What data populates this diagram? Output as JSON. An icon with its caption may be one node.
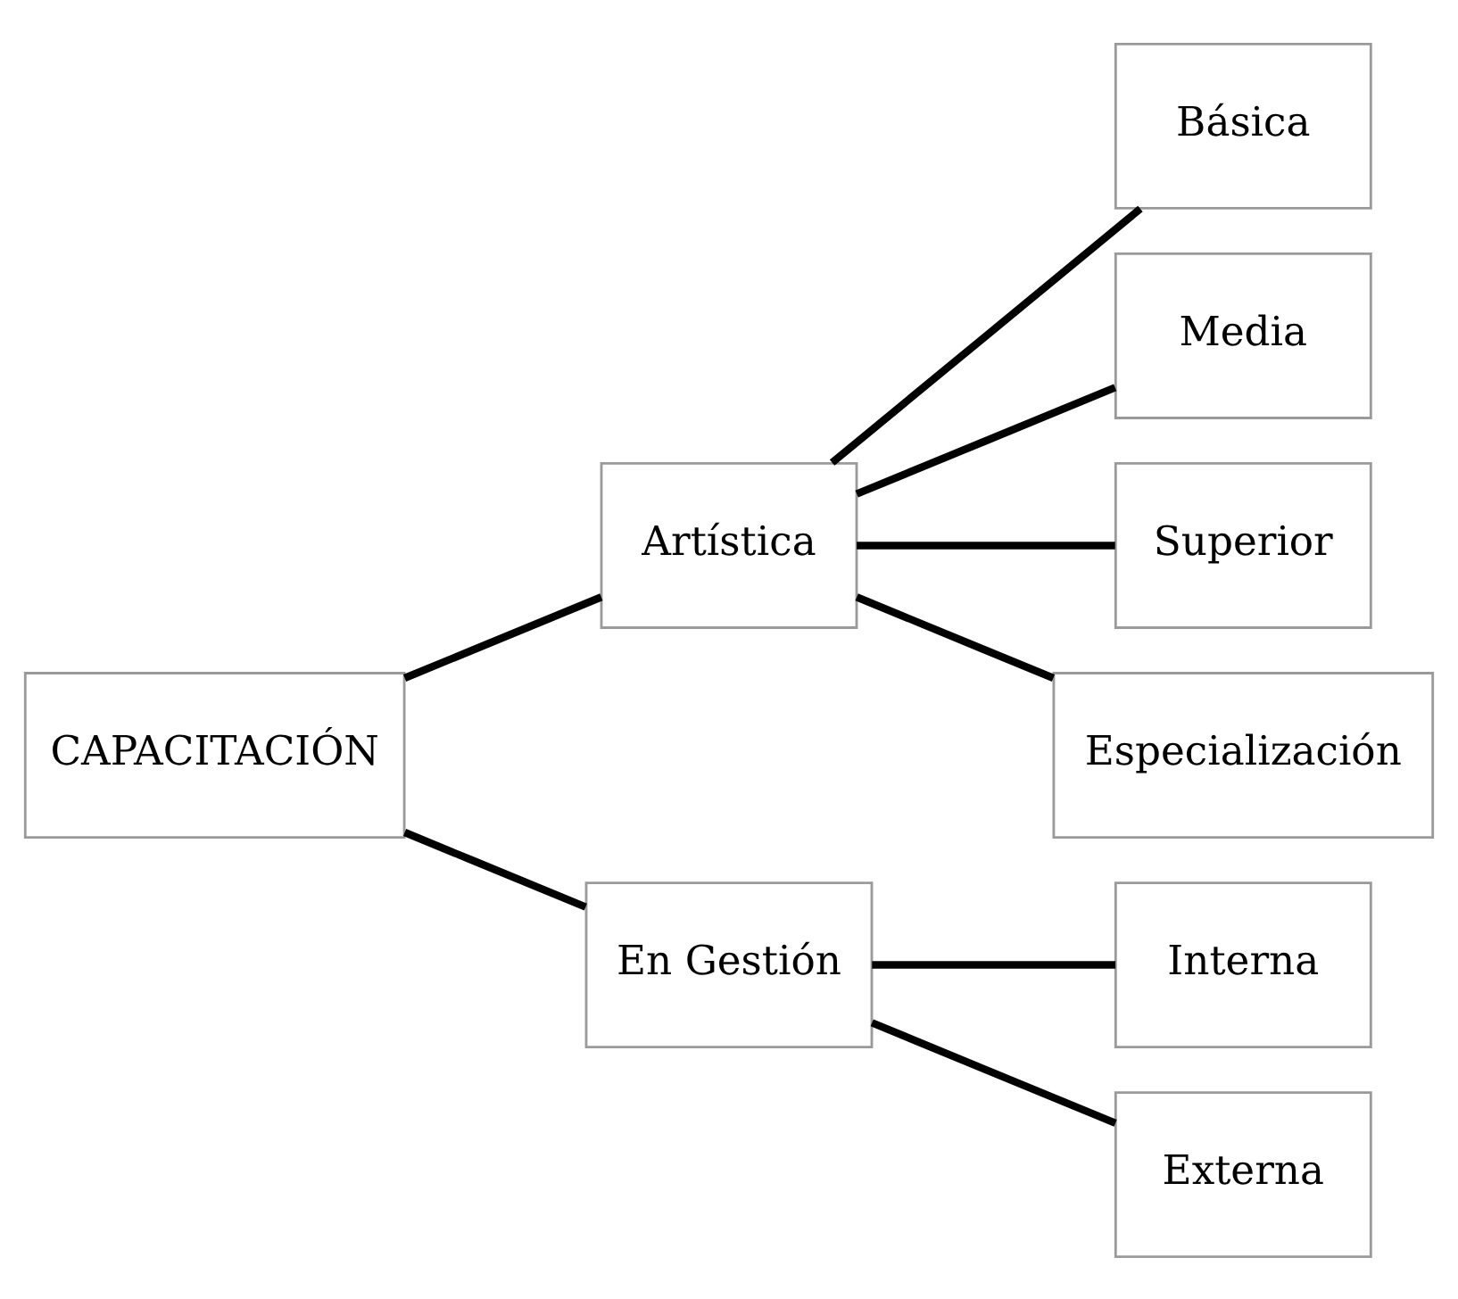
{
  "diagram": {
    "nodes": [
      {
        "text": [
          "CAPACITACIÓN"
        ]
      },
      {
        "text": [
          "Artística"
        ]
      },
      {
        "text": [
          "Básica"
        ]
      },
      {
        "text": [
          "Media"
        ]
      },
      {
        "text": [
          "Superior"
        ]
      },
      {
        "text": [
          "Especialización"
        ]
      },
      {
        "text": [
          "En Gestión"
        ]
      },
      {
        "text": [
          "Interna"
        ]
      },
      {
        "text": [
          "Externa"
        ]
      }
    ],
    "edges": [
      {
        "from": 0,
        "to": 1,
        "arrow": "none"
      },
      {
        "from": 0,
        "to": 6,
        "arrow": "none"
      },
      {
        "from": 1,
        "to": 2,
        "arrow": "none"
      },
      {
        "from": 1,
        "to": 3,
        "arrow": "none"
      },
      {
        "from": 1,
        "to": 4,
        "arrow": "none"
      },
      {
        "from": 1,
        "to": 5,
        "arrow": "none"
      },
      {
        "from": 6,
        "to": 7,
        "arrow": "none"
      },
      {
        "from": 6,
        "to": 8,
        "arrow": "none"
      }
    ]
  }
}
